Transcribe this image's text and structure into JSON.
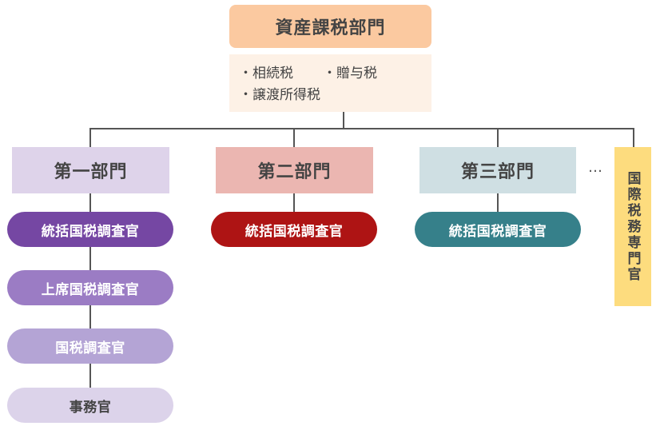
{
  "colors": {
    "title_bg": "#FBC9A0",
    "desc_bg": "#FDF1E6",
    "dept1_bg": "#DED3EA",
    "dept2_bg": "#EBB6B1",
    "dept3_bg": "#CFDFE3",
    "specialist_bg": "#FDDC7E",
    "pill_purple_dark": "#7547A3",
    "pill_purple_mid": "#9B7CC4",
    "pill_purple_light": "#B4A4D5",
    "pill_purple_pale": "#DCD3EA",
    "pill_red": "#AE1414",
    "pill_teal": "#36808A",
    "connector": "#555555"
  },
  "header": {
    "title": "資産課税部門"
  },
  "taxes": {
    "item1": "・相続税",
    "item2": "・贈与税",
    "item3": "・譲渡所得税"
  },
  "departments": [
    {
      "label": "第一部門",
      "roles": [
        "統括国税調査官",
        "上席国税調査官",
        "国税調査官",
        "事務官"
      ]
    },
    {
      "label": "第二部門",
      "roles": [
        "統括国税調査官"
      ]
    },
    {
      "label": "第三部門",
      "roles": [
        "統括国税調査官"
      ]
    }
  ],
  "more": "…",
  "specialist": "国際税務専門官"
}
